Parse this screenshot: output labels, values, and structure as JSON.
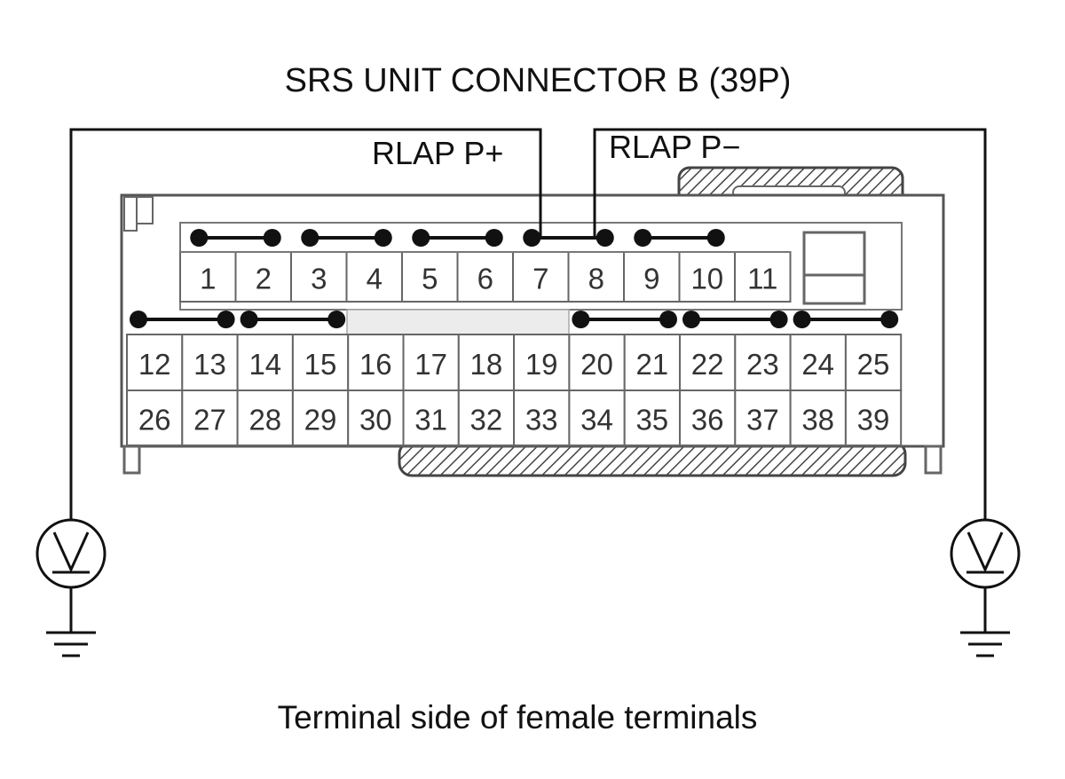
{
  "title": "SRS UNIT CONNECTOR B (39P)",
  "labels": {
    "plus": "RLAP P+",
    "minus": "RLAP P−"
  },
  "caption": "Terminal side of female terminals",
  "terminals": {
    "row1": [
      "1",
      "2",
      "3",
      "4",
      "5",
      "6",
      "7",
      "8",
      "9",
      "10",
      "11"
    ],
    "row2": [
      "12",
      "13",
      "14",
      "15",
      "16",
      "17",
      "18",
      "19",
      "20",
      "21",
      "22",
      "23",
      "24",
      "25"
    ],
    "row3": [
      "26",
      "27",
      "28",
      "29",
      "30",
      "31",
      "32",
      "33",
      "34",
      "35",
      "36",
      "37",
      "38",
      "39"
    ]
  },
  "probes": {
    "left": {
      "symbol": "V",
      "icon": "voltmeter-icon"
    },
    "right": {
      "symbol": "V",
      "icon": "voltmeter-icon"
    },
    "ground_icon": "ground-icon"
  }
}
